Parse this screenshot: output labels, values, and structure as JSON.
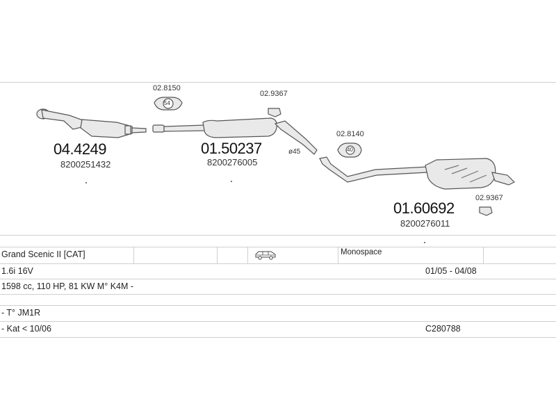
{
  "parts": {
    "front_cat": {
      "number": "04.4249",
      "oe": "8200251432"
    },
    "middle": {
      "number": "01.50237",
      "oe": "8200276005"
    },
    "rear": {
      "number": "01.60692",
      "oe": "8200276011"
    },
    "mount_a": {
      "number": "02.8150",
      "badge": "54"
    },
    "mount_b": {
      "number": "02.9367"
    },
    "mount_c": {
      "number": "02.8140",
      "badge": "40"
    },
    "mount_d": {
      "number": "02.9367"
    },
    "pipe_diameter": "ø45"
  },
  "vehicle": {
    "model": "Grand Scenic II  [CAT]",
    "body_type": "Monospace",
    "engine": "1.6i 16V",
    "period": "01/05 - 04/08",
    "specs": "1598 cc, 110 HP, 81 KW M° K4M -",
    "type_code": "- T° JM1R",
    "kat": "- Kat < 10/06",
    "catalog_ref": "C280788",
    "body_icon": "minivan-icon"
  },
  "colors": {
    "line": "#cfcfcf",
    "part_fill": "#e9e9e9",
    "part_stroke": "#555555"
  }
}
